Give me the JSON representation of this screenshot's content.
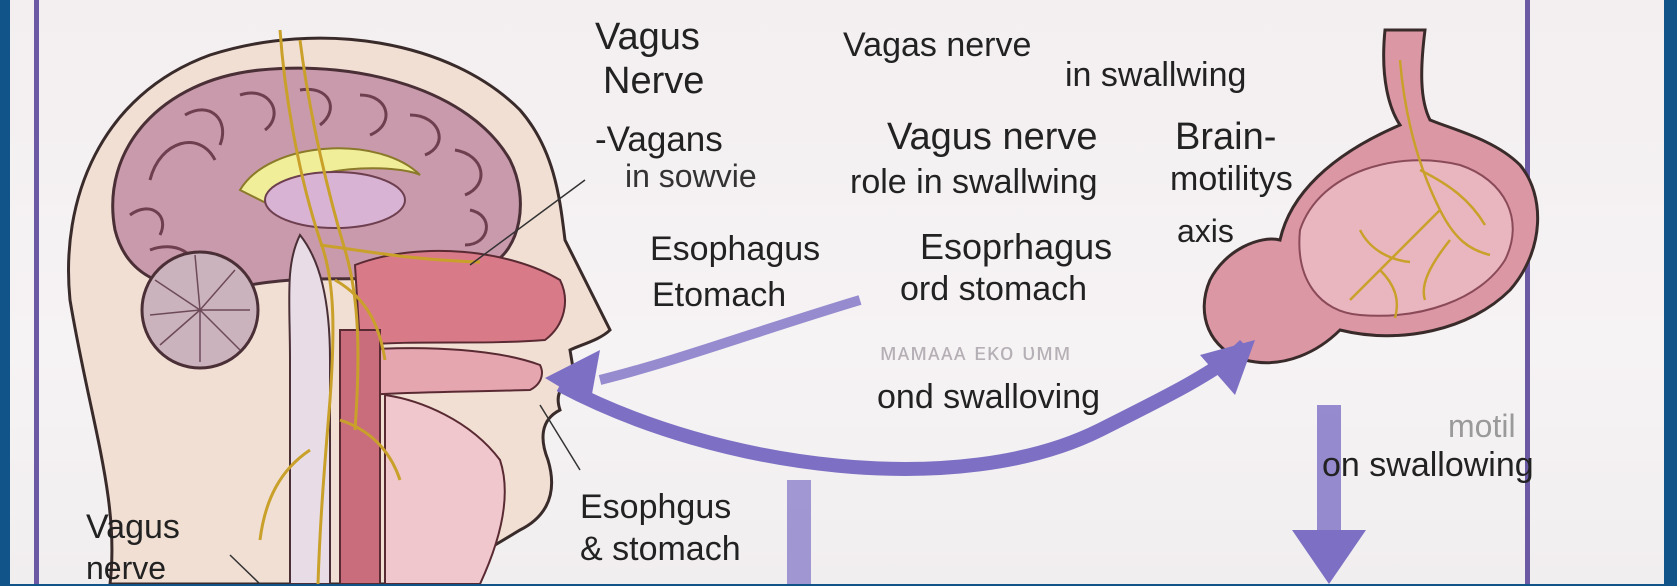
{
  "labels": {
    "title_vagus": "Vagus",
    "title_nerve": "Nerve",
    "sub_vagans": "-Vagans",
    "sub_in_sowvie": "in sowvie",
    "top_vagas_nerve": "Vagas nerve",
    "top_in_swallwing": "in swallwing",
    "mid_vagus_nerve": "Vagus nerve",
    "mid_role": "role in swallwing",
    "mid_brain": "Brain-",
    "mid_motility": "motilitys",
    "mid_axis": "axis",
    "left_esophagus": "Esophagus",
    "left_etomach": "Etomach",
    "center_esoprhagus": "Esoprhagus",
    "center_ord_stomach": "ord stomach",
    "center_garbled": "ᴍᴀᴍᴀᴀᴀ ᴇᴋᴏ ᴜᴍᴍ",
    "center_ond_swalloving": "ond swalloving",
    "right_motil": "motil",
    "right_on_swallowing": "on swallowing",
    "bottom_esophgus": "Esophgus",
    "bottom_stomach": "& stomach",
    "corner_vagus": "Vagus",
    "corner_nerve": "nerve"
  },
  "colors": {
    "background": "#10548a",
    "panel": "#f3eff1",
    "frame": "#6b5aa3",
    "arrow": "#7d70c4",
    "nerve": "#c9a12a",
    "tissue": "#d68a9a",
    "brain": "#c99aab",
    "outline": "#3a2b2b"
  },
  "icons": {
    "head": "head-cross-section-illustration",
    "stomach": "stomach-illustration",
    "arrows": "double-headed-arrow"
  }
}
